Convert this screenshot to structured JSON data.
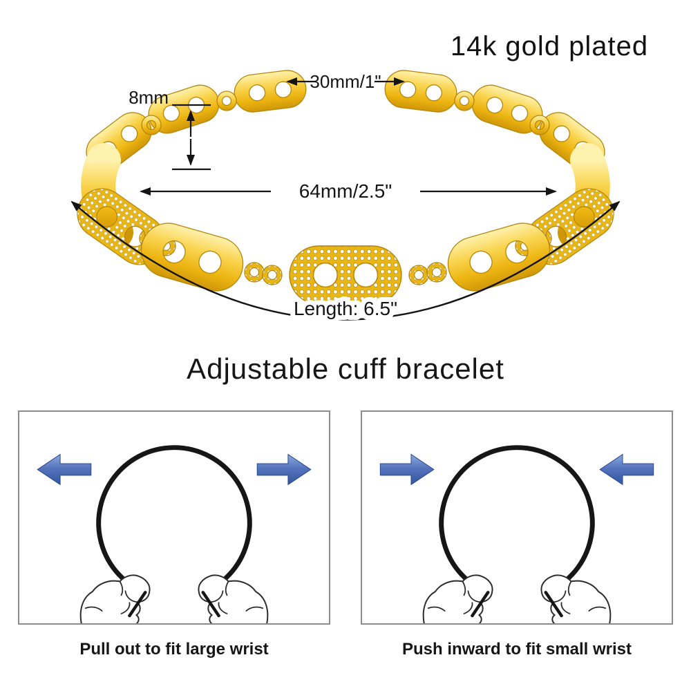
{
  "header": {
    "material": "14k gold plated"
  },
  "diagram": {
    "link_width": "30mm/1\"",
    "link_height": "8mm",
    "inner_diameter": "64mm/2.5\"",
    "length": "Length: 6.5\""
  },
  "subtitle": "Adjustable cuff bracelet",
  "panels": [
    {
      "id": "pull-out",
      "caption": "Pull out to fit large wrist",
      "arrow_direction": "outward"
    },
    {
      "id": "push-in",
      "caption": "Push inward to fit small wrist",
      "arrow_direction": "inward"
    }
  ],
  "colors": {
    "gold": "#edb511",
    "gold_light": "#fff2ae",
    "gold_dark": "#cf9708",
    "pave_base": "#e8b615",
    "arrow_blue": "#5574bd",
    "line_black": "#141414",
    "panel_border": "#8c8c8c",
    "text": "#121212"
  }
}
